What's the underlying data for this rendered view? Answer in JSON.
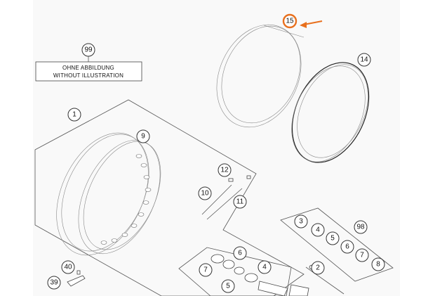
{
  "note": {
    "callout": "99",
    "line1": "OHNE ABBILDUNG",
    "line2": "WITHOUT ILLUSTRATION"
  },
  "callouts": [
    "15",
    "14",
    "1",
    "9",
    "12",
    "10",
    "11",
    "98",
    "3",
    "4",
    "5",
    "6",
    "7",
    "8",
    "6",
    "7",
    "4",
    "2",
    "5",
    "40",
    "39"
  ],
  "highlight": {
    "callout_index": 0,
    "color": "#e8701e"
  }
}
